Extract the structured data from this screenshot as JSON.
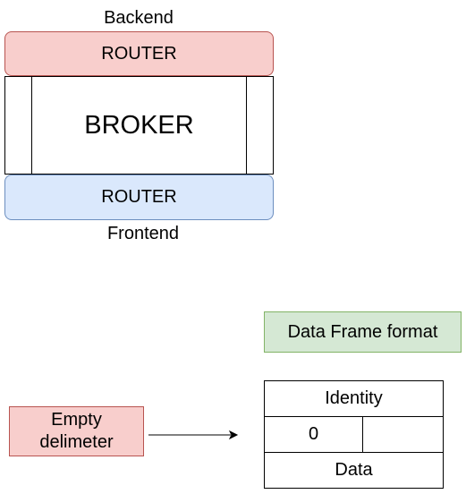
{
  "diagram": {
    "backend_label": "Backend",
    "backend_router_label": "ROUTER",
    "broker_label": "BROKER",
    "frontend_router_label": "ROUTER",
    "frontend_label": "Frontend",
    "data_frame_title": "Data Frame format",
    "empty_delimiter_label": "Empty\ndelimeter",
    "frame_identity_label": "Identity",
    "frame_zero_label": "0",
    "frame_empty_label": "",
    "frame_data_label": "Data"
  },
  "colors": {
    "router_backend_fill": "#f8cecc",
    "router_backend_stroke": "#b85450",
    "router_frontend_fill": "#dae8fc",
    "router_frontend_stroke": "#6c8ebf",
    "format_title_fill": "#d5e8d4",
    "format_title_stroke": "#82b366",
    "delimiter_fill": "#f8cecc"
  }
}
